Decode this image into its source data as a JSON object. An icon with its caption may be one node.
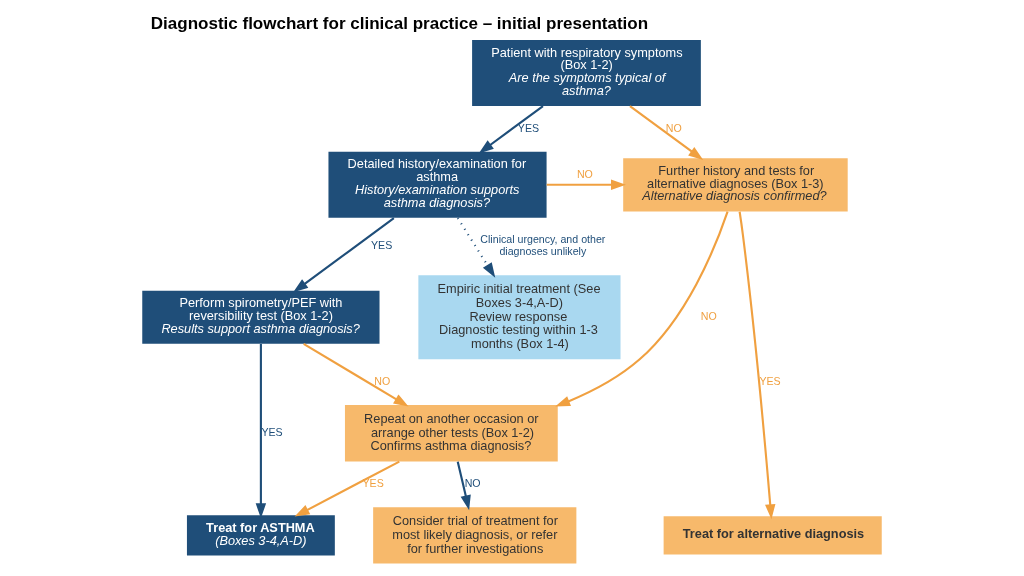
{
  "diagram": {
    "title": "Diagnostic flowchart for clinical practice – initial presentation",
    "nodes": [
      {
        "text": [
          "Patient with respiratory symptoms (Box 1-2)",
          "Are the symptoms typical of asthma?"
        ]
      },
      {
        "text": [
          "Detailed history/examination for asthma",
          "History/examination supports asthma diagnosis?"
        ]
      },
      {
        "text": [
          "Further history and tests for alternative diagnoses (Box 1-3)",
          "Alternative diagnosis confirmed?"
        ]
      },
      {
        "text": [
          "Perform spirometry/PEF with reversibility test (Box 1-2)",
          "Results support asthma diagnosis?"
        ]
      },
      {
        "text": [
          "Repeat on another occasion or arrange other tests (Box 1-2)",
          "Confirms asthma diagnosis?"
        ]
      },
      {
        "text": [
          "Empiric initial treatment (See Boxes 3-4,A-D)",
          "Review response",
          "Diagnostic testing within 1-3 months (Box 1-4)"
        ]
      },
      {
        "text": [
          "Consider trial of treatment for most likely diagnosis, or refer for further investigations"
        ]
      },
      {
        "text": [
          "Treat for ASTHMA",
          "(Boxes 3-4,A-D)"
        ]
      },
      {
        "text": [
          "Treat for alternative diagnosis"
        ]
      }
    ],
    "edges": [
      {
        "from": 0,
        "to": 1,
        "arrow": "to",
        "label": "YES",
        "color": "#1f4e79"
      },
      {
        "from": 0,
        "to": 2,
        "arrow": "to",
        "label": "NO",
        "color": "#f0a040"
      },
      {
        "from": 1,
        "to": 3,
        "arrow": "to",
        "label": "YES",
        "color": "#1f4e79"
      },
      {
        "from": 1,
        "to": 2,
        "arrow": "to",
        "label": "NO",
        "color": "#f0a040"
      },
      {
        "from": 1,
        "to": 5,
        "arrow": "to",
        "label": "Clinical urgency, and other diagnoses unlikely",
        "style": "dashed",
        "color": "#1f4e79"
      },
      {
        "from": 3,
        "to": 7,
        "arrow": "to",
        "label": "YES",
        "color": "#1f4e79"
      },
      {
        "from": 3,
        "to": 4,
        "arrow": "to",
        "label": "NO",
        "color": "#f0a040"
      },
      {
        "from": 4,
        "to": 7,
        "arrow": "to",
        "label": "YES",
        "color": "#f0a040"
      },
      {
        "from": 2,
        "to": 4,
        "arrow": "to",
        "label": "NO",
        "color": "#f0a040"
      },
      {
        "from": 4,
        "to": 6,
        "arrow": "to",
        "label": "NO",
        "color": "#1f4e79"
      },
      {
        "from": 2,
        "to": 8,
        "arrow": "to",
        "label": "YES",
        "color": "#f0a040"
      }
    ]
  }
}
